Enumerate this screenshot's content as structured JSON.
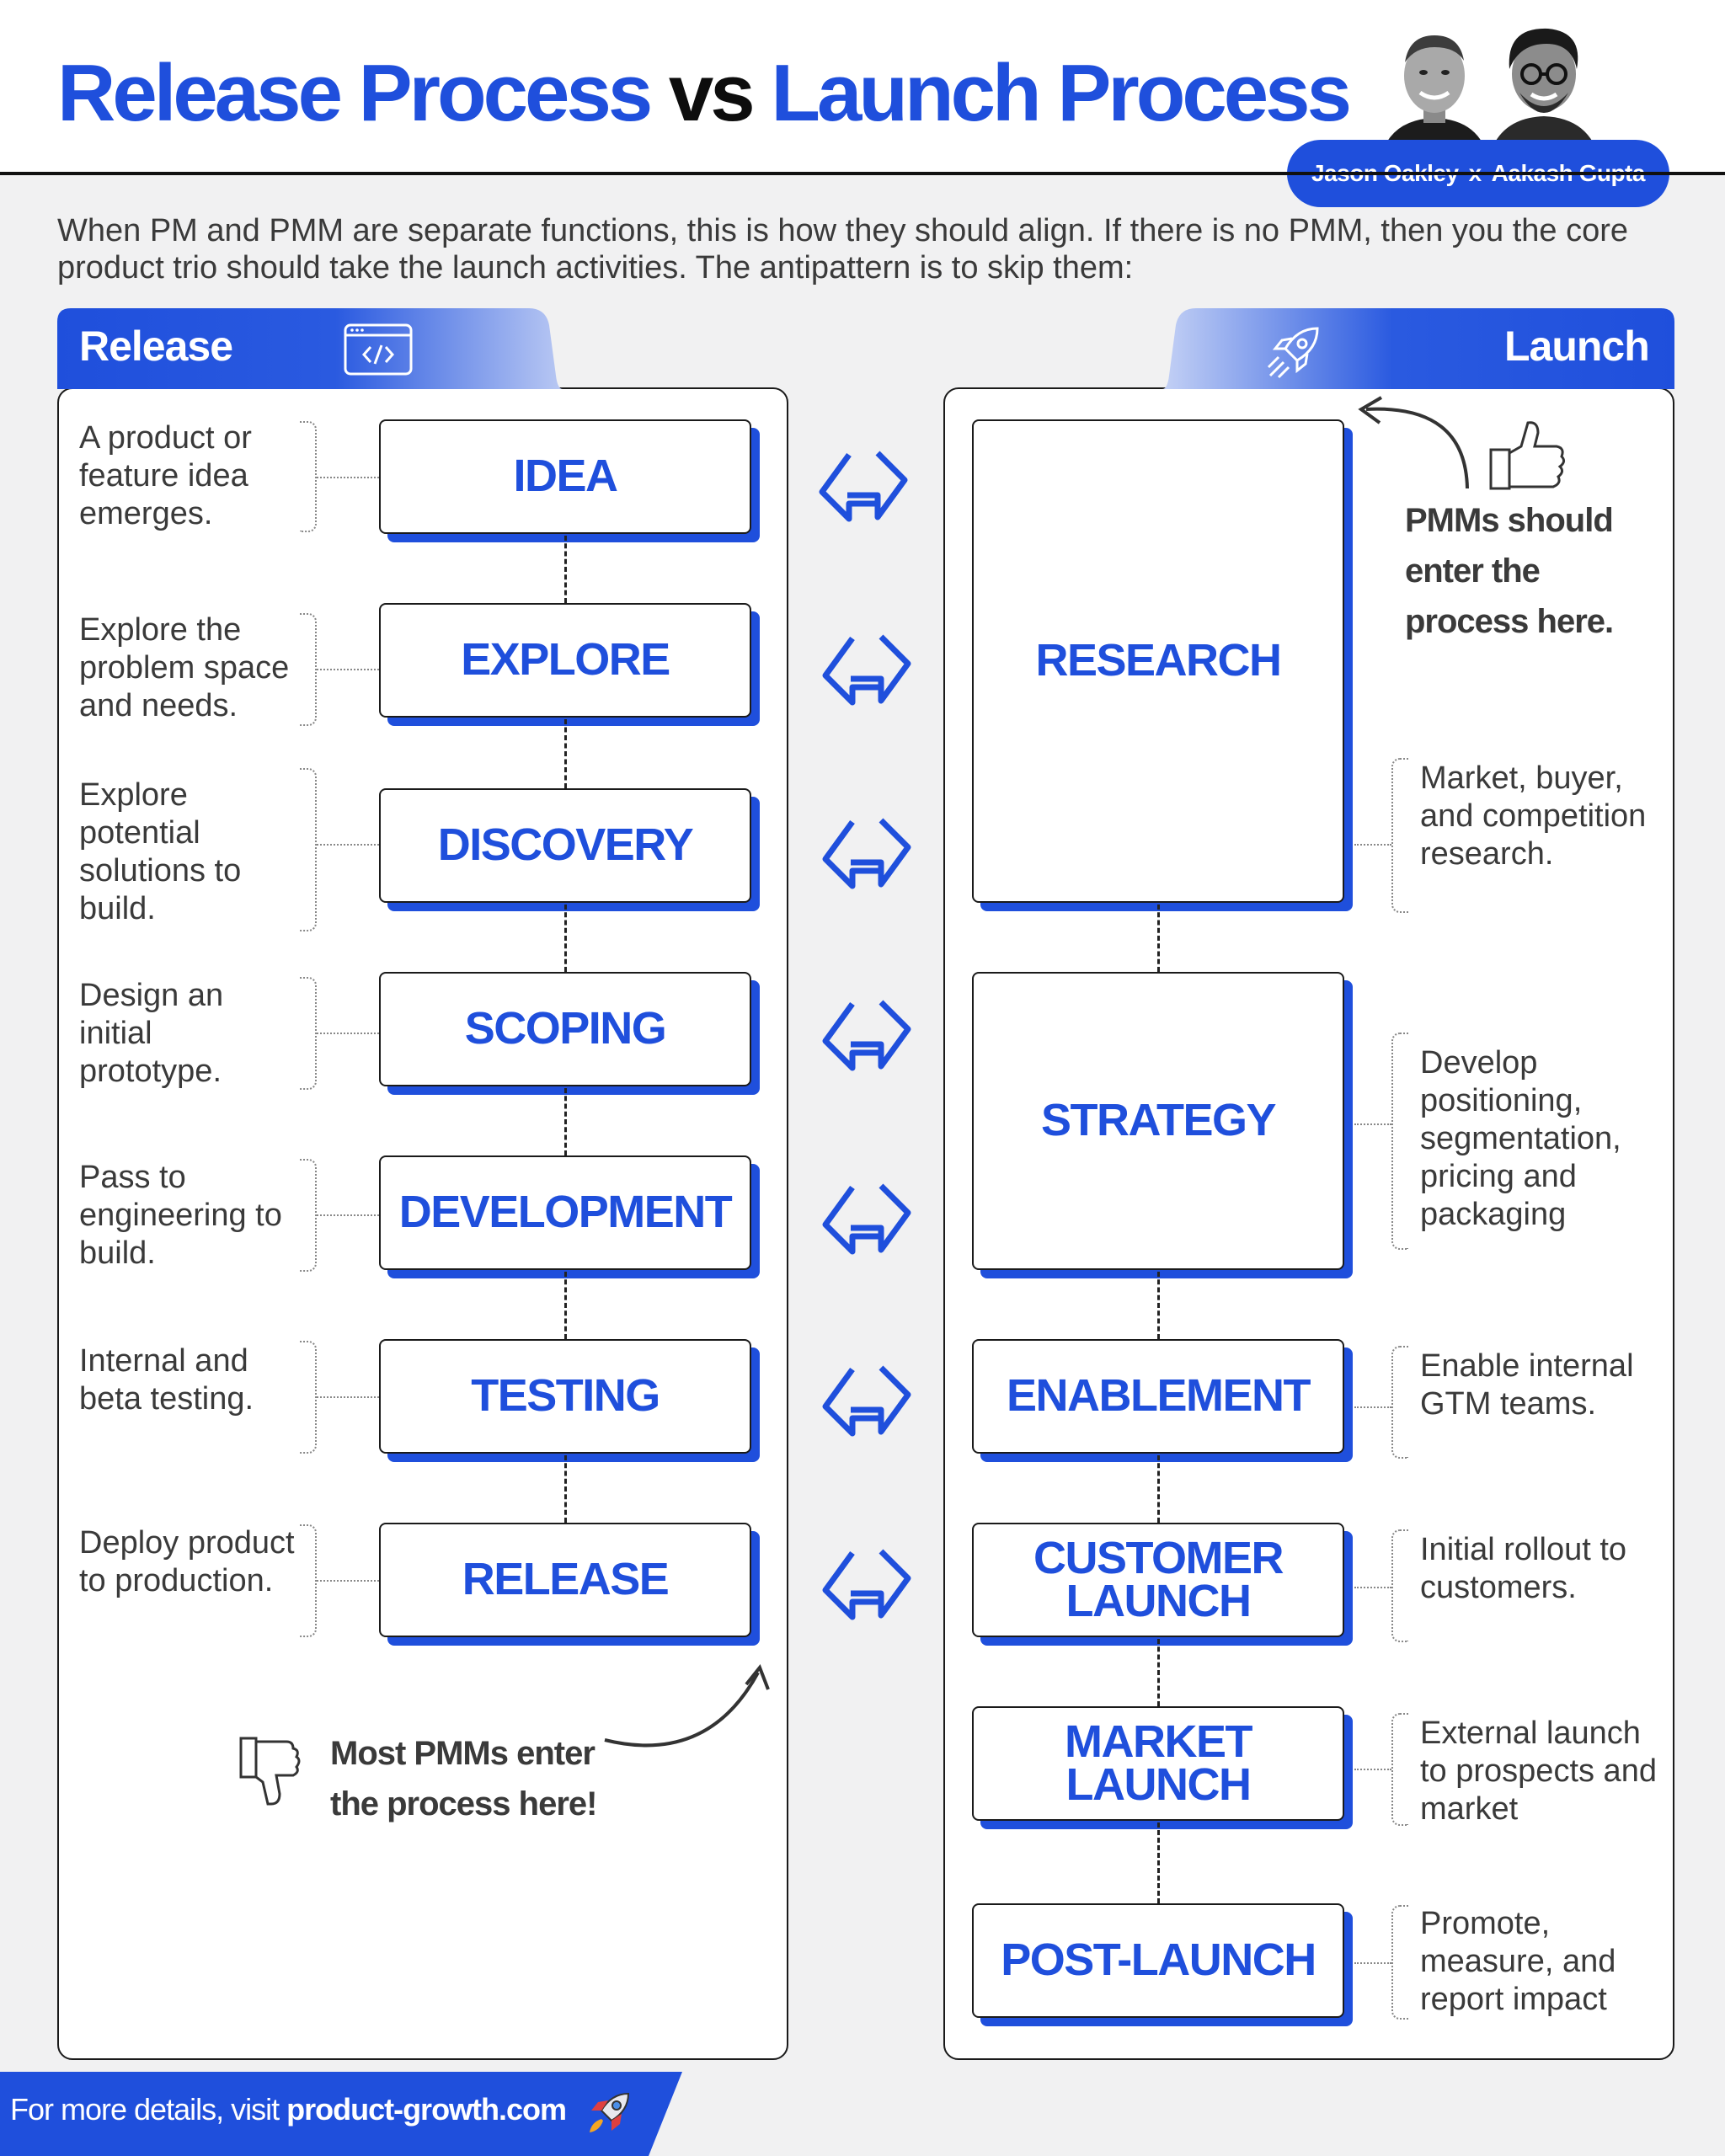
{
  "header": {
    "title_part1": "Release Process",
    "title_vs": " vs ",
    "title_part2": "Launch Process",
    "author1": "Jason Oakley",
    "author_sep": "x",
    "author2": "Aakash Gupta"
  },
  "intro": "When PM and PMM are separate functions, this is how they should align. If there is no PMM, then you the core product trio should take the launch activities. The antipattern is to skip them:",
  "release": {
    "label": "Release",
    "icon": "code-window-icon",
    "steps": [
      {
        "name": "IDEA",
        "desc": "A product or feature idea emerges."
      },
      {
        "name": "EXPLORE",
        "desc": "Explore the problem space and needs."
      },
      {
        "name": "DISCOVERY",
        "desc": "Explore potential solutions to build."
      },
      {
        "name": "SCOPING",
        "desc": "Design an initial prototype."
      },
      {
        "name": "DEVELOPMENT",
        "desc": "Pass to engineering to build."
      },
      {
        "name": "TESTING",
        "desc": "Internal and beta testing."
      },
      {
        "name": "RELEASE",
        "desc": "Deploy product to production."
      }
    ],
    "callout": "Most PMMs enter the process here!"
  },
  "launch": {
    "label": "Launch",
    "icon": "rocket-icon",
    "steps": [
      {
        "name": "RESEARCH",
        "desc": "Market, buyer, and competition research."
      },
      {
        "name": "STRATEGY",
        "desc": "Develop positioning, segmentation, pricing and packaging"
      },
      {
        "name": "ENABLEMENT",
        "desc": "Enable internal GTM teams."
      },
      {
        "name": "CUSTOMER LAUNCH",
        "desc": "Initial rollout to customers."
      },
      {
        "name": "MARKET LAUNCH",
        "desc": "External launch to prospects and market"
      },
      {
        "name": "POST-LAUNCH",
        "desc": "Promote, measure, and report impact"
      }
    ],
    "callout": "PMMs should enter the process here."
  },
  "footer": {
    "prefix": "For more details, visit ",
    "link": "product-growth.com"
  },
  "colors": {
    "accent": "#1f4fdc",
    "background": "#f1f1f2",
    "text": "#3a3a3a"
  }
}
